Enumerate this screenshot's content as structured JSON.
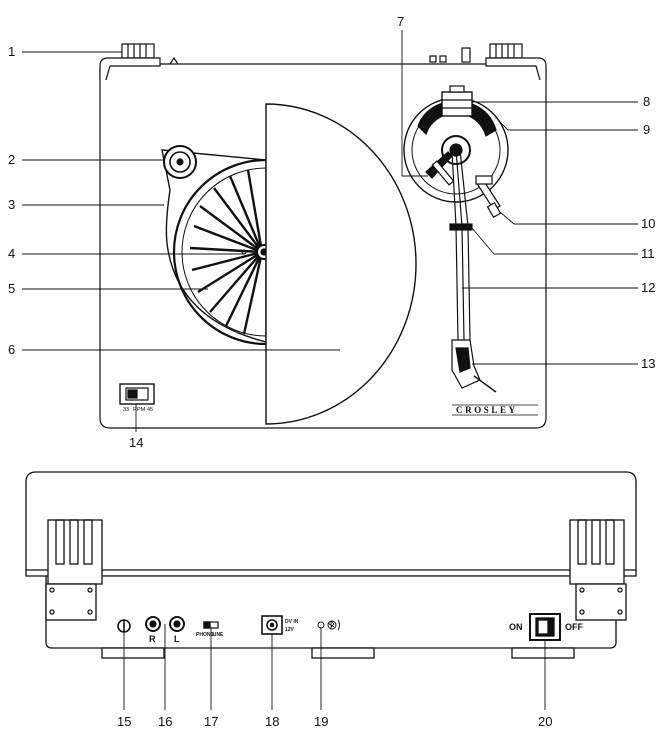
{
  "top_view": {
    "brand": "CROSLEY",
    "rpm_switch": {
      "left": "33",
      "middle": "RPM",
      "right": "45"
    }
  },
  "rear_view": {
    "jack_r": "R",
    "jack_l": "L",
    "phono_line": {
      "left": "PHONO",
      "right": "LINE"
    },
    "dc_in": {
      "line1": "DV IN",
      "line2": "12V"
    },
    "power": {
      "on": "ON",
      "off": "OFF"
    }
  },
  "callouts": {
    "c1": "1",
    "c2": "2",
    "c3": "3",
    "c4": "4",
    "c5": "5",
    "c6": "6",
    "c7": "7",
    "c8": "8",
    "c9": "9",
    "c10": "10",
    "c11": "11",
    "c12": "12",
    "c13": "13",
    "c14": "14",
    "c15": "15",
    "c16": "16",
    "c17": "17",
    "c18": "18",
    "c19": "19",
    "c20": "20"
  }
}
